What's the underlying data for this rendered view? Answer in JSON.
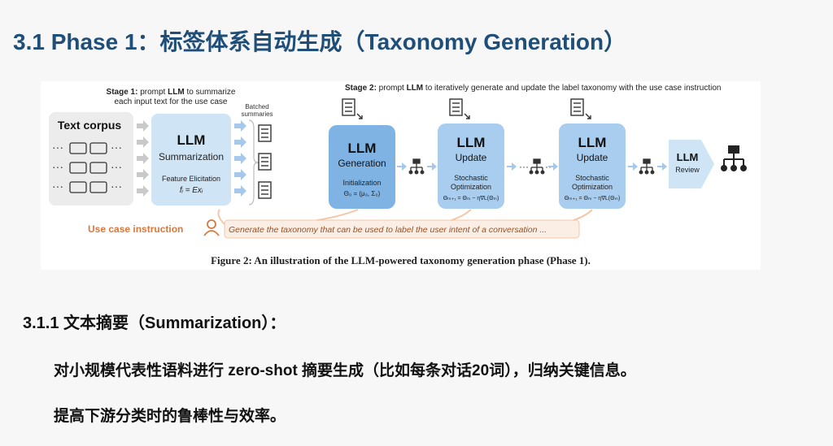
{
  "slide": {
    "title": "3.1  Phase 1：标签体系自动生成（Taxonomy Generation）",
    "section_heading": "3.1.1 文本摘要（Summarization）：",
    "bullets": [
      "对小规模代表性语料进行 zero-shot 摘要生成（比如每条对话20词），归纳关键信息。",
      "提高下游分类时的鲁棒性与效率。"
    ]
  },
  "figure": {
    "stage1_pre": "Stage 1:",
    "stage1_mid": " prompt ",
    "stage1_llm": "LLM",
    "stage1_post": " to summarize",
    "stage1_line2": "each input text for the use case",
    "stage2_pre": "Stage 2:",
    "stage2_mid": " prompt ",
    "stage2_llm": "LLM",
    "stage2_post": " to iteratively generate and update the label taxonomy with the use case instruction",
    "text_corpus": "Text corpus",
    "batched_1": "Batched",
    "batched_2": "summaries",
    "summ_llm": "LLM",
    "summ_name": "Summarization",
    "summ_sub": "Feature Elicitation",
    "summ_formula": "fᵢ = Exᵢ",
    "gen_llm": "LLM",
    "gen_name": "Generation",
    "gen_sub": "Initialization",
    "gen_formula": "Θ₀ = (μ₀, Σ₀)",
    "upd1_llm": "LLM",
    "upd1_name": "Update",
    "upd1_sub1": "Stochastic",
    "upd1_sub2": "Optimization",
    "upd1_formula": "Θₘ₊₁ = Θₘ − η∇L(Θₘ)",
    "upd2_llm": "LLM",
    "upd2_name": "Update",
    "upd2_sub1": "Stochastic",
    "upd2_sub2": "Optimization",
    "upd2_formula": "Θₘ₊₁ = Θₘ − η∇L(Θₘ)",
    "review_llm": "LLM",
    "review_name": "Review",
    "use_case_label": "Use case instruction",
    "instruction_text": "Generate the taxonomy that can be used to label the user intent of a conversation ...",
    "caption": "Figure 2: An illustration of the LLM-powered taxonomy generation phase (Phase 1).",
    "colors": {
      "box_light": "#cfe4f5",
      "box_mid": "#a9cdee",
      "box_dark": "#7fb3e3",
      "arrow": "#a6c8ea",
      "orange": "#d9773d"
    }
  }
}
